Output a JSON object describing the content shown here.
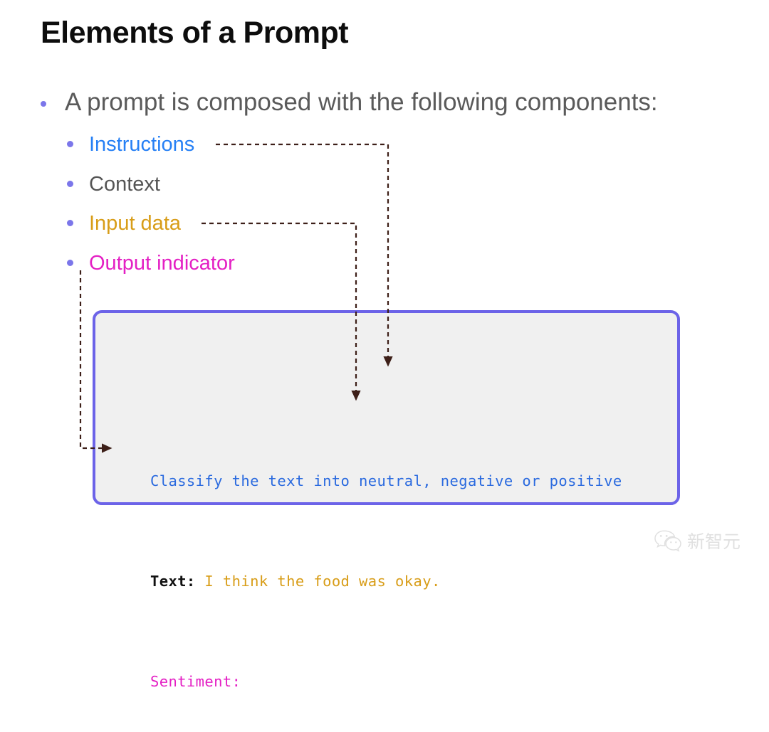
{
  "slide": {
    "title": "Elements of a Prompt",
    "intro_bullet": "A prompt is composed with the following components:",
    "components": [
      {
        "label": "Instructions",
        "color": "#2680f5",
        "has_connector": true
      },
      {
        "label": "Context",
        "color": "#555555",
        "has_connector": false
      },
      {
        "label": "Input data",
        "color": "#d89d18",
        "has_connector": true
      },
      {
        "label": "Output indicator",
        "color": "#e420c4",
        "has_connector": true
      }
    ],
    "bullet_dot_color": "#7b76ea"
  },
  "code_box": {
    "border_color": "#6c63e8",
    "background_color": "#f0f0f0",
    "lines": [
      {
        "name": "instruction-line",
        "segments": [
          {
            "text": "Classify the text into neutral, negative or positive",
            "style": "blue"
          }
        ]
      },
      {
        "name": "input-data-line",
        "segments": [
          {
            "text": "Text:",
            "style": "black-bold"
          },
          {
            "text": " I think the food was okay.",
            "style": "orange"
          }
        ]
      },
      {
        "name": "output-indicator-line",
        "segments": [
          {
            "text": "Sentiment:",
            "style": "magenta"
          }
        ]
      }
    ],
    "line_1_full": "Classify the text into neutral, negative or positive",
    "line_2_prefix": "Text:",
    "line_2_value": " I think the food was okay.",
    "line_3_full": "Sentiment:"
  },
  "connectors": {
    "line_color": "#3d1f18",
    "instructions_to": "instruction-line",
    "input_data_to": "input-data-line",
    "output_indicator_to": "output-indicator-line"
  },
  "watermark": {
    "label": "新智元",
    "icon": "wechat-icon",
    "color": "#9b9b9b"
  }
}
